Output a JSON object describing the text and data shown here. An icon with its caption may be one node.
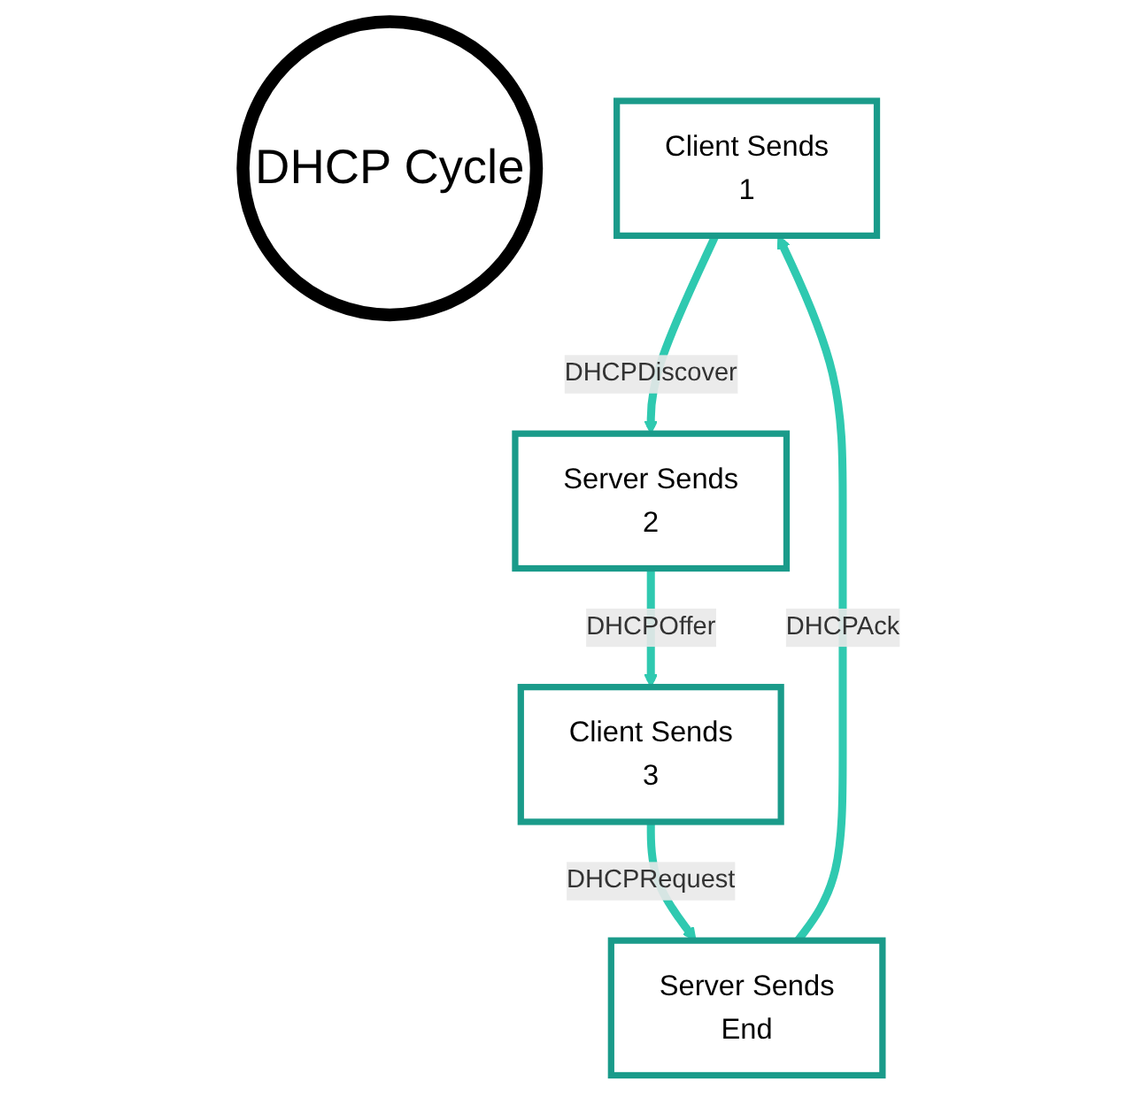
{
  "diagram": {
    "nodes": [
      {
        "text": [
          "DHCP Cycle"
        ]
      },
      {
        "text": [
          "Client Sends",
          "1"
        ]
      },
      {
        "text": [
          "Server Sends",
          "2"
        ]
      },
      {
        "text": [
          "Client Sends",
          "3"
        ]
      },
      {
        "text": [
          "Server Sends",
          "End"
        ]
      }
    ],
    "edges": [
      {
        "from": 1,
        "to": 2,
        "arrow": "to",
        "label": "DHCPDiscover"
      },
      {
        "from": 2,
        "to": 3,
        "arrow": "to",
        "label": "DHCPOffer"
      },
      {
        "from": 3,
        "to": 4,
        "arrow": "to",
        "label": "DHCPRequest"
      },
      {
        "from": 4,
        "to": 1,
        "arrow": "to",
        "label": "DHCPAck"
      }
    ]
  }
}
